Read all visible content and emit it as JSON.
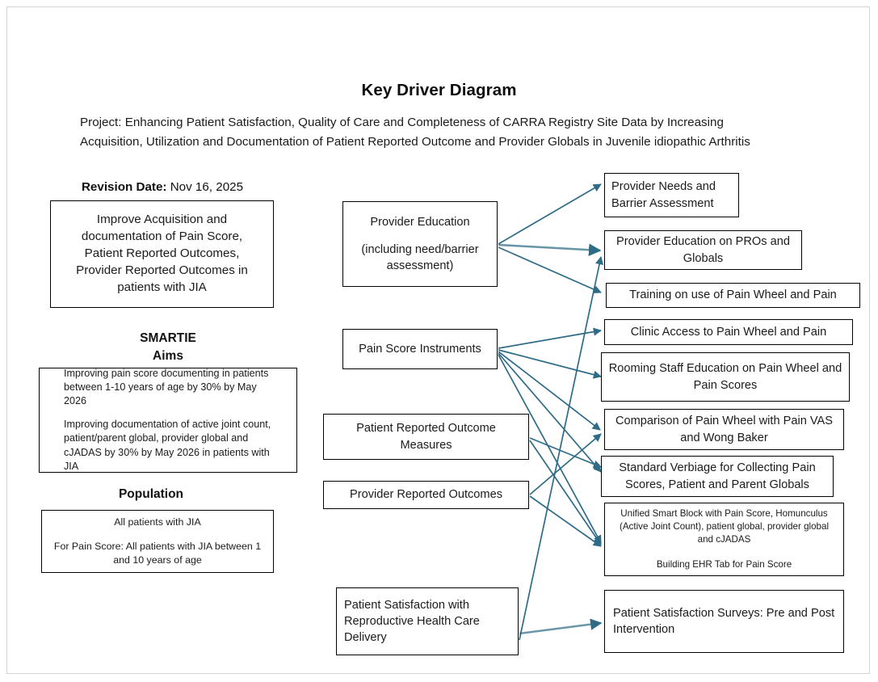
{
  "document": {
    "title": "Key Driver Diagram",
    "project_line_1": "Project: Enhancing Patient Satisfaction, Quality of Care and Completeness of CARRA Registry Site Data by Increasing",
    "project_line_2": "Acquisition, Utilization and Documentation of Patient Reported Outcome and Provider Globals in Juvenile idiopathic Arthritis"
  },
  "revision": {
    "label": "Revision Date:",
    "date": "Nov 16, 2025"
  },
  "aim": {
    "line_1": "Improve Acquisition and",
    "line_2": "documentation of Pain Score,",
    "line_3": "Patient Reported Outcomes,",
    "line_4": "Provider Reported Outcomes in",
    "line_5": "patients with JIA"
  },
  "smartie": {
    "heading_line_1": "SMARTIE",
    "heading_line_2": "Aims",
    "aims": [
      "Improving pain score documenting in patients between 1-10 years of age by 30% by May 2026",
      "Improving documentation of active joint count, patient/parent global, provider global and cJADAS by 30% by May 2026 in patients with JIA"
    ]
  },
  "population": {
    "heading": "Population",
    "lines": [
      "All patients with JIA",
      "For Pain Score: All patients with JIA between 1 and 10 years of age"
    ]
  },
  "drivers": [
    {
      "line_1": "Provider Education",
      "line_2": "(including need/barrier assessment)"
    },
    {
      "line_1": "Pain Score Instruments"
    },
    {
      "line_1": "Patient Reported Outcome Measures"
    },
    {
      "line_1": "Provider Reported Outcomes"
    },
    {
      "line_1": "Patient Satisfaction with Reproductive Health Care Delivery"
    }
  ],
  "interventions": [
    {
      "text": "Provider Needs and Barrier Assessment"
    },
    {
      "text": "Provider Education on PROs and Globals"
    },
    {
      "text": "Training on use of Pain Wheel and Pain"
    },
    {
      "text": "Clinic Access to Pain Wheel and Pain"
    },
    {
      "text": "Rooming Staff Education on Pain Wheel and Pain Scores"
    },
    {
      "text": "Comparison of Pain Wheel with Pain VAS and Wong Baker"
    },
    {
      "text": "Standard Verbiage for Collecting Pain Scores, Patient and Parent Globals"
    },
    {
      "text": "Unified Smart Block with Pain Score, Homunculus (Active Joint Count), patient global, provider global and cJADAS",
      "text_2": "Building EHR Tab for Pain Score"
    },
    {
      "text": "Patient Satisfaction Surveys: Pre and Post Intervention"
    }
  ],
  "style": {
    "arrow_color": "#2e6b87",
    "box_border_color": "#000000",
    "page_border_color": "#d4d4d4",
    "text_color": "#1b1b1b"
  },
  "connections": [
    {
      "from": "Provider Education",
      "to": "Provider Needs and Barrier Assessment"
    },
    {
      "from": "Provider Education",
      "to": "Provider Education on PROs and Globals"
    },
    {
      "from": "Provider Education",
      "to": "Training on use of Pain Wheel and Pain"
    },
    {
      "from": "Pain Score Instruments",
      "to": "Clinic Access to Pain Wheel and Pain"
    },
    {
      "from": "Pain Score Instruments",
      "to": "Rooming Staff Education on Pain Wheel and Pain Scores"
    },
    {
      "from": "Pain Score Instruments",
      "to": "Comparison of Pain Wheel with Pain VAS and Wong Baker"
    },
    {
      "from": "Pain Score Instruments",
      "to": "Standard Verbiage for Collecting Pain Scores, Patient and Parent Globals"
    },
    {
      "from": "Pain Score Instruments",
      "to": "Unified Smart Block with Pain Score"
    },
    {
      "from": "Patient Reported Outcome Measures",
      "to": "Standard Verbiage for Collecting Pain Scores, Patient and Parent Globals"
    },
    {
      "from": "Patient Reported Outcome Measures",
      "to": "Unified Smart Block with Pain Score"
    },
    {
      "from": "Provider Reported Outcomes",
      "to": "Comparison of Pain Wheel with Pain VAS and Wong Baker"
    },
    {
      "from": "Provider Reported Outcomes",
      "to": "Unified Smart Block with Pain Score"
    },
    {
      "from": "Patient Satisfaction with Reproductive Health Care Delivery",
      "to": "Provider Education on PROs and Globals"
    },
    {
      "from": "Patient Satisfaction with Reproductive Health Care Delivery",
      "to": "Patient Satisfaction Surveys: Pre and Post Intervention"
    }
  ]
}
